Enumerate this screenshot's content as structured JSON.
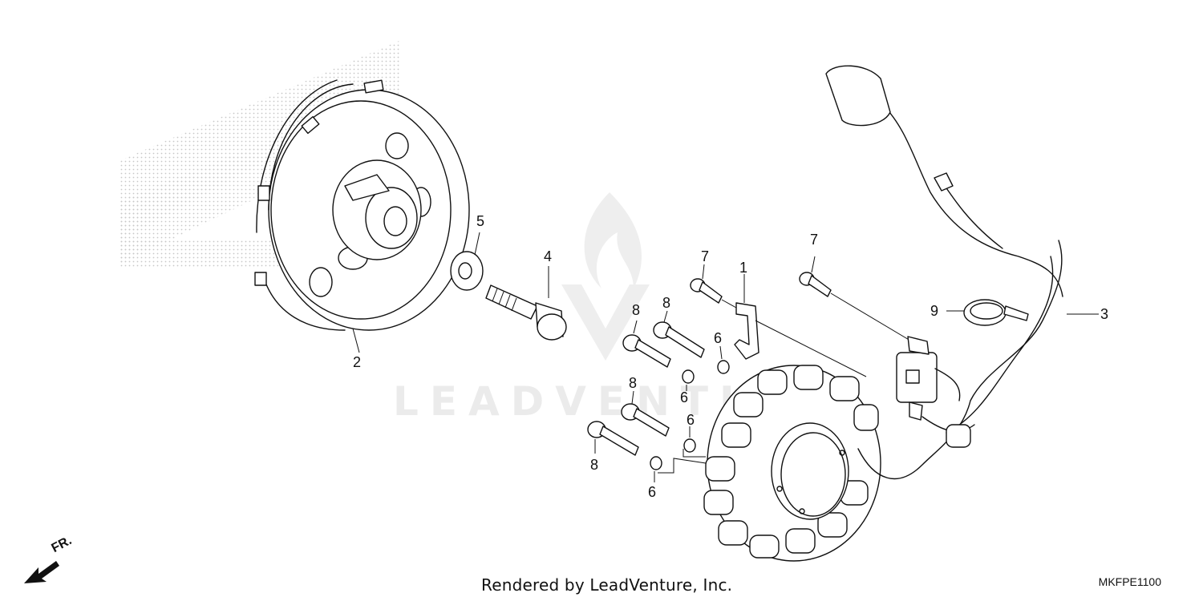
{
  "diagram": {
    "callouts": [
      "1",
      "2",
      "3",
      "4",
      "5",
      "6",
      "6",
      "6",
      "6",
      "7",
      "7",
      "8",
      "8",
      "8",
      "8",
      "9"
    ],
    "footer": {
      "credit": "Rendered by LeadVenture, Inc.",
      "code": "MKFPE1100"
    },
    "direction_label": "FR.",
    "watermark_text": "LEADVENTURE"
  }
}
